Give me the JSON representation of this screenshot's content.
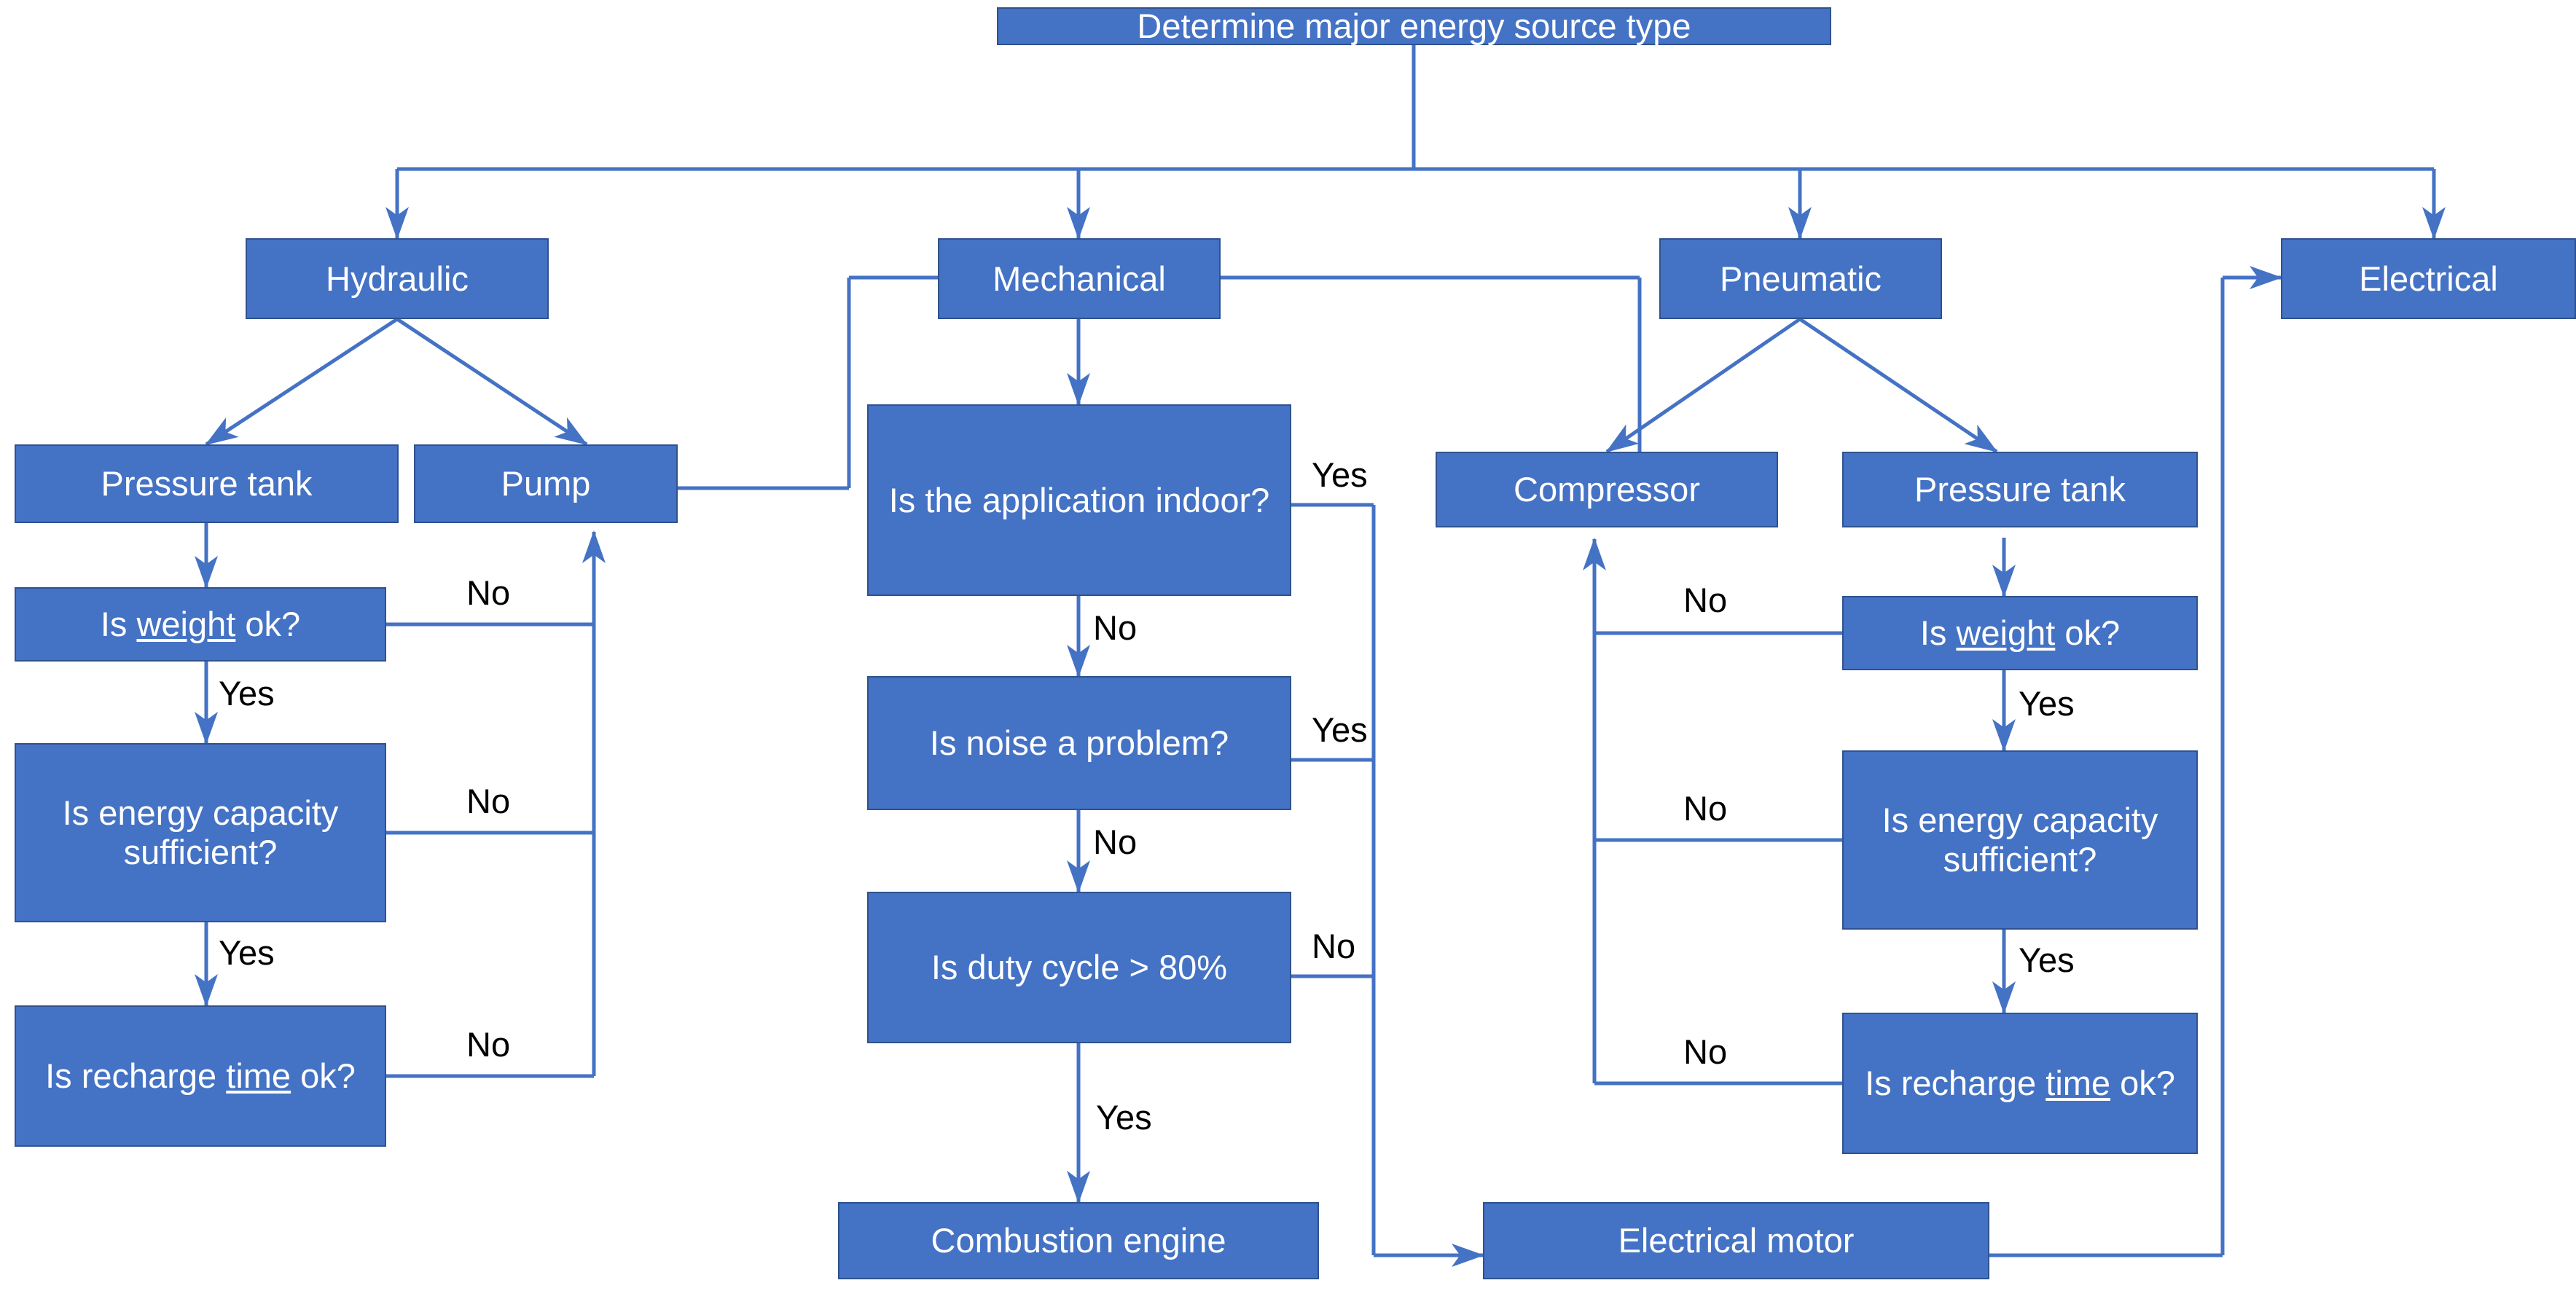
{
  "diagram": {
    "title": "Determine major energy source type",
    "accent_color": "#4472C4",
    "border_color": "#2F528F",
    "connector_color": "#4472C4",
    "label_color": "#000000",
    "node_text_color": "#FFFFFF",
    "background_color": "#FFFFFF"
  },
  "nodes": {
    "root": "Determine major energy source type",
    "hydraulic": "Hydraulic",
    "mechanical": "Mechanical",
    "pneumatic": "Pneumatic",
    "electrical": "Electrical",
    "hyd_pressure_tank": "Pressure tank",
    "hyd_pump": "Pump",
    "hyd_weight": {
      "prefix": "Is ",
      "underlined": "weight",
      "suffix": " ok?"
    },
    "hyd_capacity": "Is energy capacity sufficient?",
    "hyd_recharge": {
      "prefix": "Is recharge ",
      "underlined": "time",
      "suffix": " ok?"
    },
    "mech_indoor": "Is the application indoor?",
    "mech_noise": "Is noise a problem?",
    "mech_duty": "Is duty cycle > 80%",
    "pneu_compressor": "Compressor",
    "pneu_pressure_tank": "Pressure tank",
    "pneu_weight": {
      "prefix": "Is ",
      "underlined": "weight",
      "suffix": " ok?"
    },
    "pneu_capacity": "Is energy capacity sufficient?",
    "pneu_recharge": {
      "prefix": "Is recharge ",
      "underlined": "time",
      "suffix": " ok?"
    },
    "combustion_engine": "Combustion engine",
    "electrical_motor": "Electrical motor"
  },
  "edge_labels": {
    "hyd_weight_no": "No",
    "hyd_weight_yes": "Yes",
    "hyd_capacity_no": "No",
    "hyd_capacity_yes": "Yes",
    "hyd_recharge_no": "No",
    "mech_indoor_yes": "Yes",
    "mech_indoor_no": "No",
    "mech_noise_yes": "Yes",
    "mech_noise_no": "No",
    "mech_duty_no": "No",
    "mech_duty_yes": "Yes",
    "pneu_weight_no": "No",
    "pneu_weight_yes": "Yes",
    "pneu_capacity_no": "No",
    "pneu_capacity_yes": "Yes",
    "pneu_recharge_no": "No"
  },
  "chart_data": {
    "type": "diagram",
    "title": "Determine major energy source type",
    "branches": [
      {
        "name": "Hydraulic",
        "children": [
          "Pressure tank",
          "Pump"
        ],
        "decisions": [
          {
            "question": "Is weight ok?",
            "yes": "Is energy capacity sufficient?",
            "no": "Pump"
          },
          {
            "question": "Is energy capacity sufficient?",
            "yes": "Is recharge time ok?",
            "no": "Pump"
          },
          {
            "question": "Is recharge time ok?",
            "no": "Pump"
          }
        ]
      },
      {
        "name": "Mechanical",
        "decisions": [
          {
            "question": "Is the application indoor?",
            "yes": "Electrical motor",
            "no": "Is noise a problem?"
          },
          {
            "question": "Is noise a problem?",
            "yes": "Electrical motor",
            "no": "Is duty cycle > 80%"
          },
          {
            "question": "Is duty cycle > 80%",
            "no": "Electrical motor",
            "yes": "Combustion engine"
          }
        ]
      },
      {
        "name": "Pneumatic",
        "children": [
          "Compressor",
          "Pressure tank"
        ],
        "decisions": [
          {
            "question": "Is weight ok?",
            "yes": "Is energy capacity sufficient?",
            "no": "Compressor"
          },
          {
            "question": "Is energy capacity sufficient?",
            "yes": "Is recharge time ok?",
            "no": "Compressor"
          },
          {
            "question": "Is recharge time ok?",
            "no": "Compressor"
          }
        ]
      },
      {
        "name": "Electrical",
        "children": [
          "Electrical motor"
        ]
      }
    ],
    "terminals": [
      "Combustion engine",
      "Electrical motor"
    ]
  }
}
